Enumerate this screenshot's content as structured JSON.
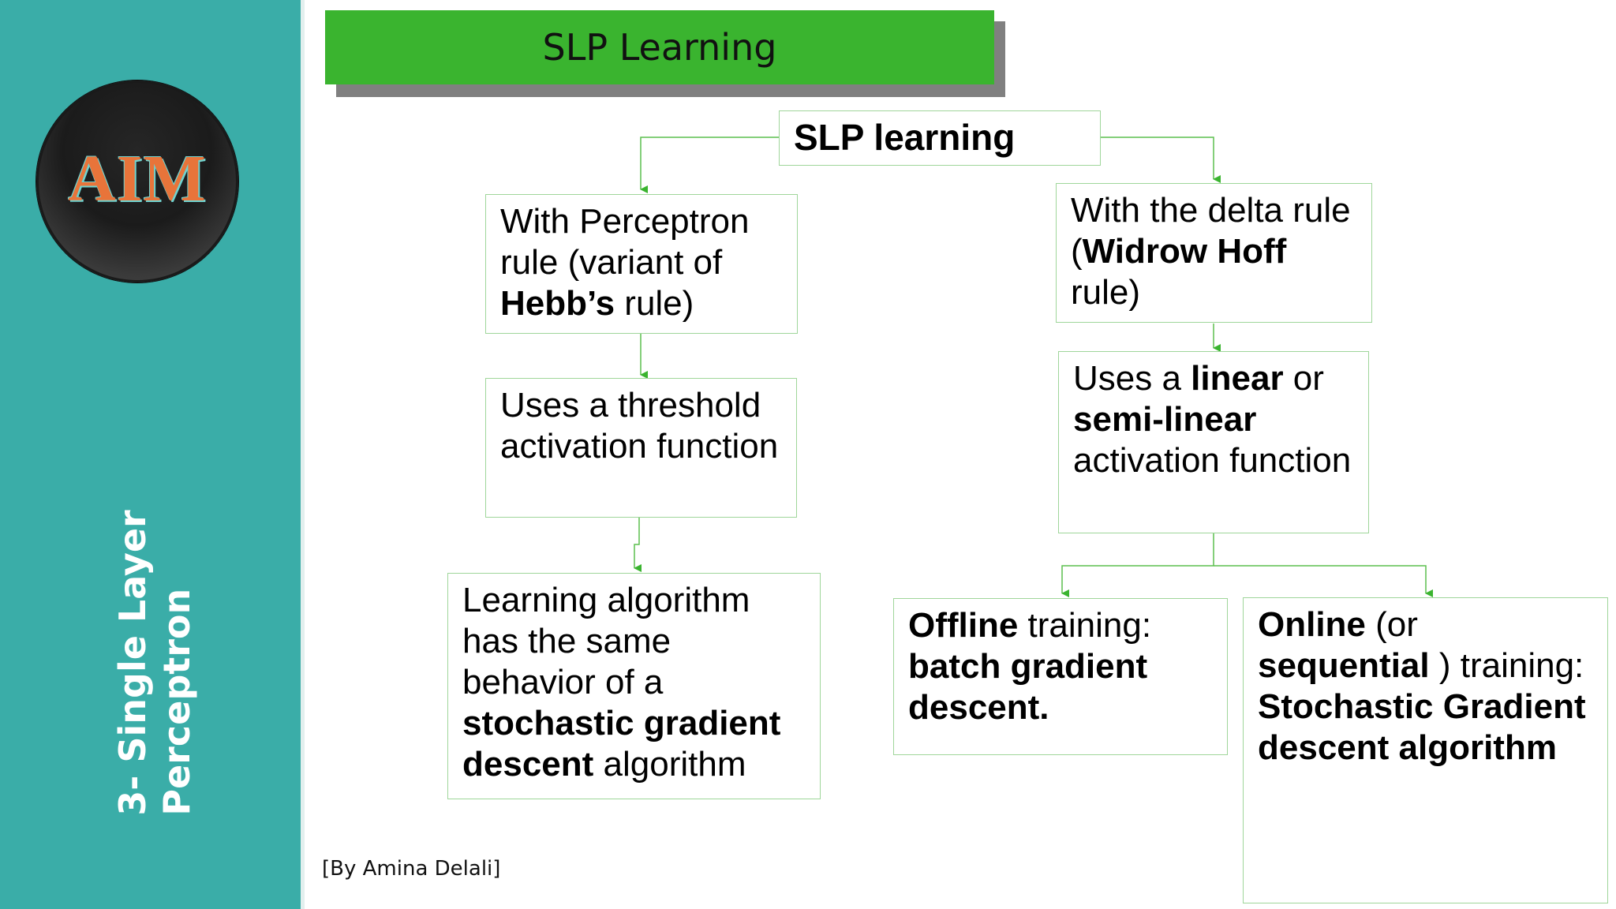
{
  "slide": {
    "title": "SLP Learning",
    "section_title": "3- Single Layer\nPerceptron",
    "logo_text": "AIM",
    "credit": "[By Amina Delali]"
  },
  "diagram": {
    "root": "SLP learning",
    "left_rule": [
      {
        "t": "With Perceptron rule (variant of ",
        "b": false
      },
      {
        "t": "Hebb’s",
        "b": true
      },
      {
        "t": " rule)",
        "b": false
      }
    ],
    "left_activation": [
      {
        "t": "Uses a threshold activation function",
        "b": false
      }
    ],
    "left_algorithm": [
      {
        "t": "Learning algorithm has the same behavior of a ",
        "b": false
      },
      {
        "t": "stochastic gradient descent",
        "b": true
      },
      {
        "t": " algorithm",
        "b": false
      }
    ],
    "right_rule": [
      {
        "t": "With the delta rule (",
        "b": false
      },
      {
        "t": "Widrow Hoff",
        "b": true
      },
      {
        "t": "  rule)",
        "b": false
      }
    ],
    "right_activation": [
      {
        "t": "Uses a ",
        "b": false
      },
      {
        "t": "linear",
        "b": true
      },
      {
        "t": " or ",
        "b": false
      },
      {
        "t": "semi-linear",
        "b": true
      },
      {
        "t": " activation function",
        "b": false
      }
    ],
    "offline_training": [
      {
        "t": "Offline",
        "b": true
      },
      {
        "t": " training: ",
        "b": false
      },
      {
        "t": "batch gradient descent.",
        "b": true
      }
    ],
    "online_training": [
      {
        "t": "Online",
        "b": true
      },
      {
        "t": " (or ",
        "b": false
      },
      {
        "t": "sequential",
        "b": true
      },
      {
        "t": " ) training: ",
        "b": false
      },
      {
        "t": "Stochastic Gradient descent algorithm",
        "b": true
      }
    ],
    "connector_color": "#5cbf4e"
  }
}
